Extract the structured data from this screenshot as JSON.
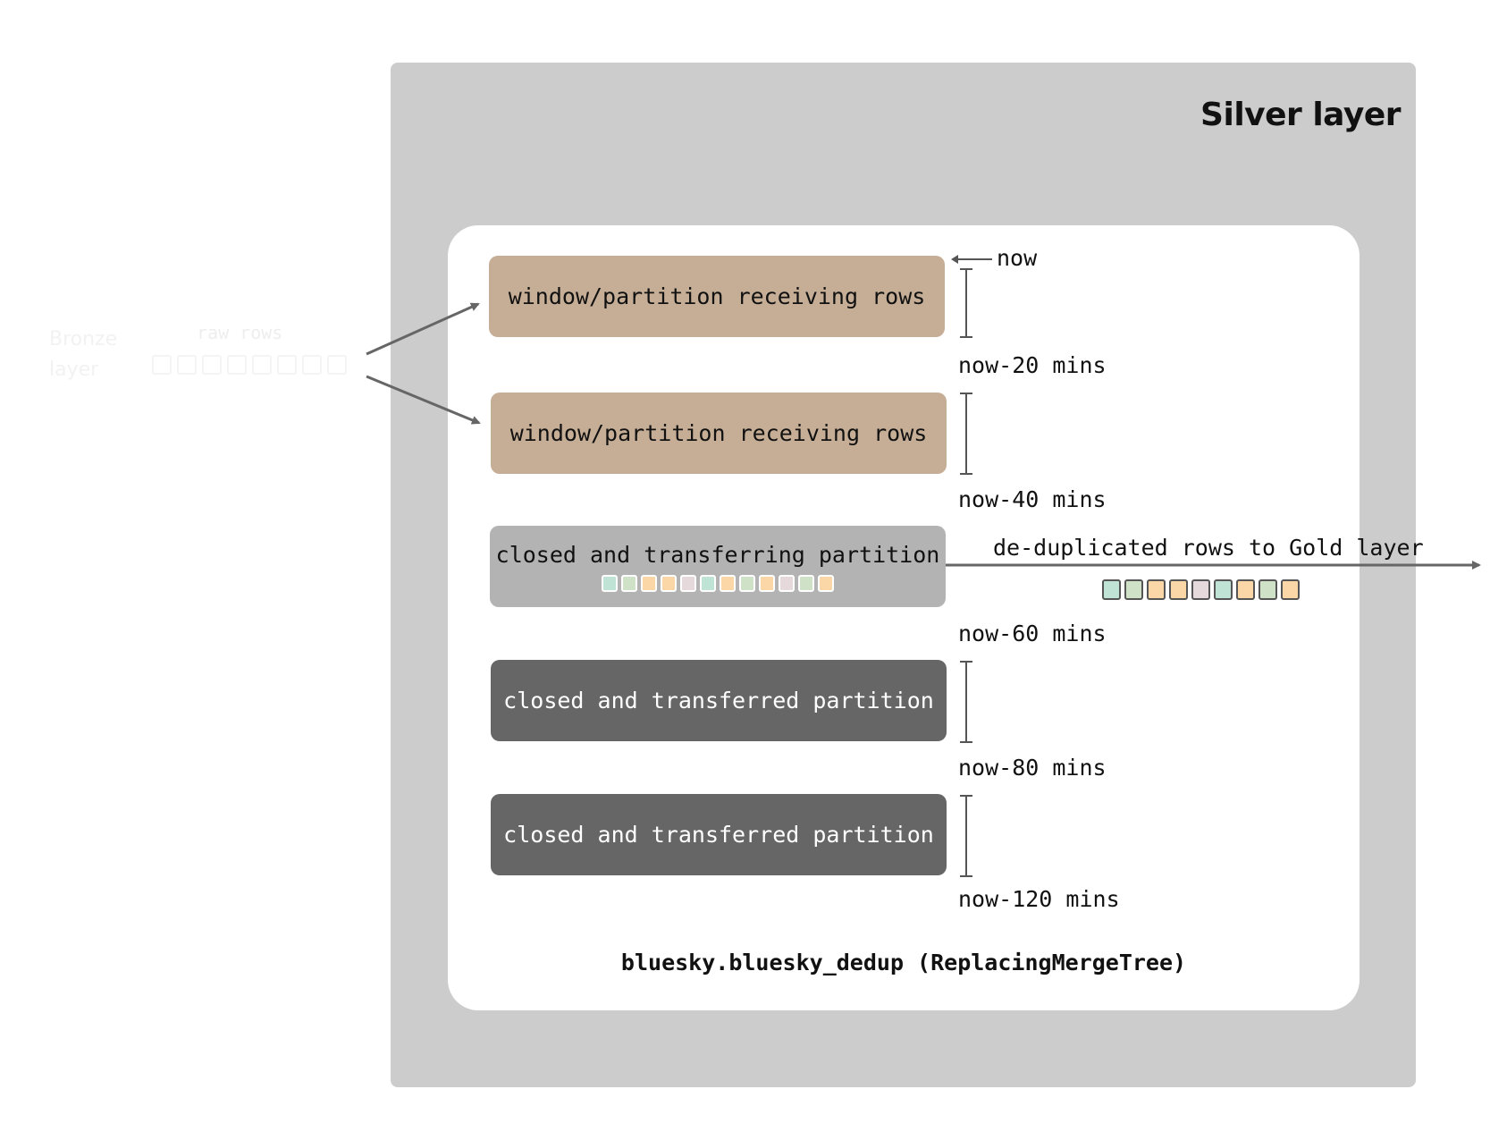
{
  "layer_title": "Silver layer",
  "bronze": {
    "label_line1": "Bronze",
    "label_line2": "layer",
    "raw_rows_label": "raw rows",
    "swatch_colors": [
      "#ffffff",
      "#ffffff",
      "#ffffff",
      "#ffffff",
      "#ffffff",
      "#ffffff",
      "#ffffff",
      "#ffffff"
    ]
  },
  "partitions": [
    {
      "label": "window/partition receiving rows",
      "state": "receiving"
    },
    {
      "label": "window/partition receiving rows",
      "state": "receiving"
    },
    {
      "label": "closed and transferring partition",
      "state": "transferring",
      "swatch_colors": [
        "#bfe3d4",
        "#cfe2c7",
        "#fbd7a7",
        "#fbd7a7",
        "#e6d9dc",
        "#bfe3d4",
        "#fbd7a7",
        "#cfe2c7",
        "#fbd7a7",
        "#e6d9dc",
        "#cfe2c7",
        "#fbd7a7"
      ]
    },
    {
      "label": "closed and transferred partition",
      "state": "transferred"
    },
    {
      "label": "closed and transferred partition",
      "state": "transferred"
    }
  ],
  "time_labels": {
    "now": "now",
    "t20": "now-20 mins",
    "t40": "now-40 mins",
    "t60": "now-60 mins",
    "t80": "now-80 mins",
    "t120": "now-120 mins"
  },
  "output": {
    "label": "de-duplicated rows to Gold layer",
    "swatch_colors": [
      "#bfe3d4",
      "#cfe2c7",
      "#fbd7a7",
      "#fbd7a7",
      "#e6d9dc",
      "#bfe3d4",
      "#fbd7a7",
      "#cfe2c7",
      "#fbd7a7"
    ]
  },
  "table_name": "bluesky.bluesky_dedup (ReplacingMergeTree)",
  "colors": {
    "receiving": "#c6ae96",
    "transferring": "#b3b3b3",
    "transferred": "#666666",
    "outer_background": "#cccccc",
    "arrow": "#666666"
  }
}
